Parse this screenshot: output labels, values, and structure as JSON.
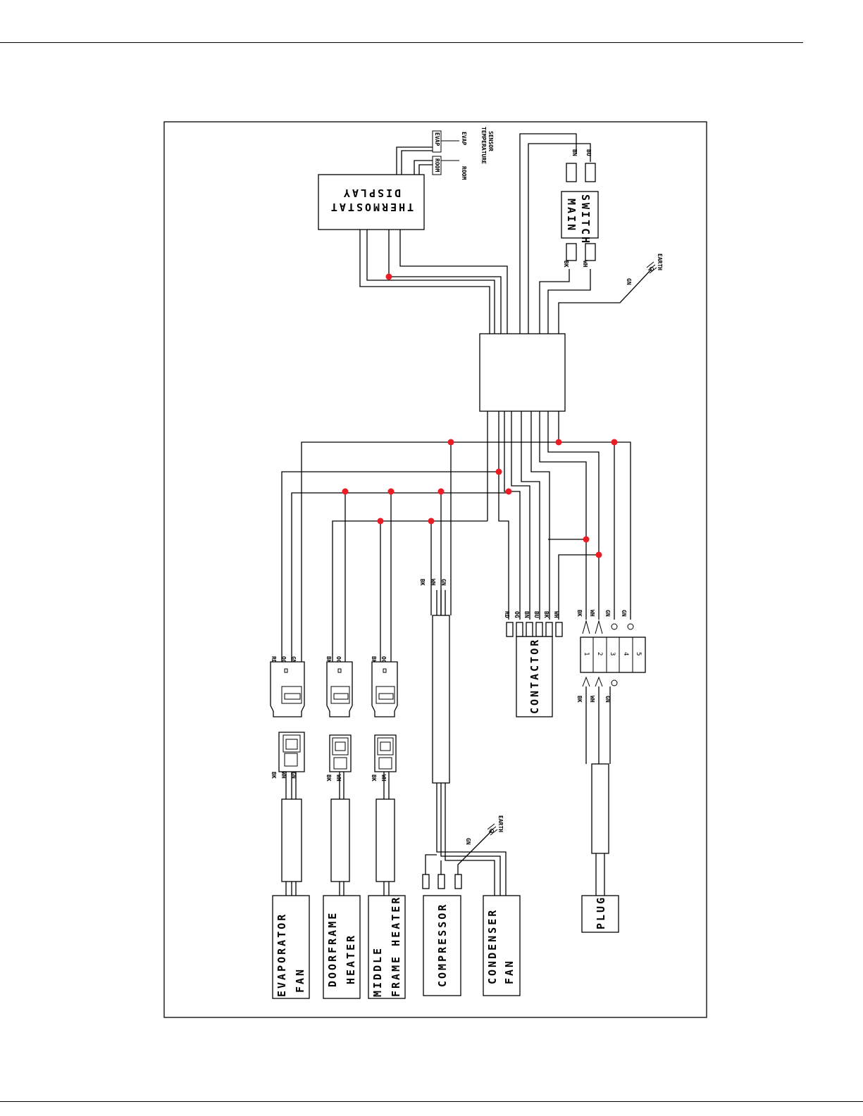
{
  "components": {
    "thermostat": [
      "THERMOSTAT",
      "DISPLAY"
    ],
    "temp_sensor": [
      "TEMPERATURE",
      "SENSOR"
    ],
    "sensor_evap": "EVAP",
    "sensor_room": "ROOM",
    "main_switch": [
      "MAIN",
      "SWITCH"
    ],
    "contactor": "CONTACTOR",
    "evaporator_fan": [
      "EVAPORATOR",
      "FAN"
    ],
    "doorframe_heater": [
      "DOORFRAME",
      "HEATER"
    ],
    "middle_frame_heater": [
      "MIDDLE",
      "FRAME HEATER"
    ],
    "compressor": "COMPRESSOR",
    "condenser_fan": [
      "CONDENSER",
      "FAN"
    ],
    "plug": "PLUG",
    "earth": "EARTH"
  },
  "terminal_numbers": [
    "1",
    "2",
    "3",
    "4",
    "5"
  ],
  "wire_codes": {
    "switch_top": [
      "BN",
      "BU"
    ],
    "switch_bottom": [
      "BK",
      "WH"
    ],
    "earth_top": "GN",
    "compressor_cable": [
      "BK",
      "WH",
      "GN"
    ],
    "compressor_earth": "GN",
    "contactor_pins": [
      "RD",
      "OG",
      "BN",
      "BU",
      "BK",
      "WH"
    ],
    "terminal_in": [
      "BK",
      "WH",
      "GN",
      "GN"
    ],
    "plug_in": [
      "BK",
      "WH",
      "GN"
    ],
    "evap_connector": [
      "RD",
      "OG",
      "GN"
    ],
    "door_connector": [
      "BK",
      "OG"
    ],
    "mid_connector": [
      "BK",
      "OG"
    ],
    "evap_load": [
      "BK",
      "WH",
      "GN"
    ],
    "door_load": [
      "BK",
      "WH"
    ],
    "mid_load": [
      "BK",
      "WH"
    ]
  },
  "colors": {
    "junction": "#ec1c24",
    "line": "#000000"
  }
}
